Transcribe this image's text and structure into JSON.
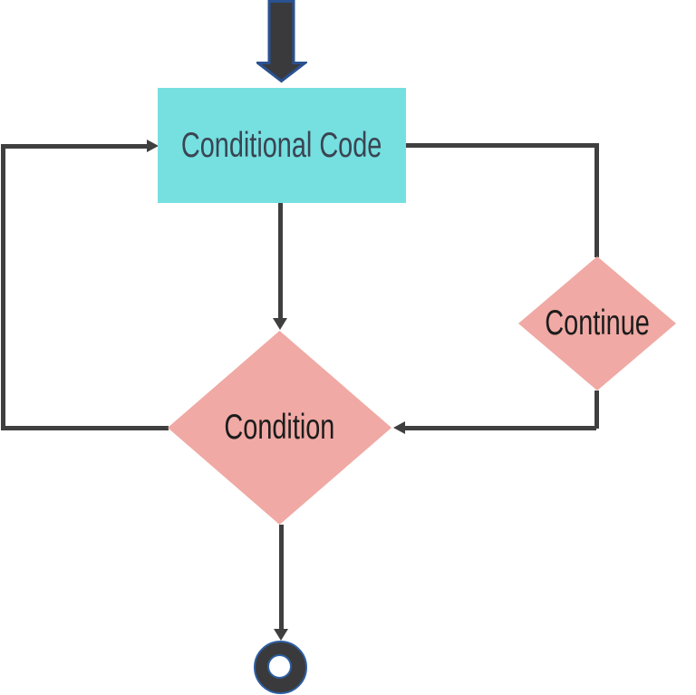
{
  "diagram": {
    "type": "flowchart",
    "nodes": {
      "conditional_code": {
        "label": "Conditional Code",
        "shape": "rectangle",
        "fill": "#76dfe0",
        "text_color": "#3a4452"
      },
      "condition": {
        "label": "Condition",
        "shape": "diamond",
        "fill": "#f0a9a4",
        "text_color": "#1c1c1c"
      },
      "continue": {
        "label": "Continue",
        "shape": "diamond",
        "fill": "#f0a9a4",
        "text_color": "#1c1c1c"
      }
    },
    "connectors": {
      "color": "#3f3f3f",
      "flow": [
        "entry-arrow into Conditional Code (top)",
        "Conditional Code bottom -> Condition top (arrow down)",
        "Conditional Code right -> down -> Continue top",
        "Continue bottom -> down -> left arrow into Condition right",
        "Condition left -> loop left/up -> right arrow into Conditional Code left",
        "Condition bottom -> arrow down -> end terminator"
      ]
    },
    "colors": {
      "entry_arrow_fill": "#3a3a3c",
      "entry_arrow_border": "#2a5191",
      "terminator_fill": "#3a3a3c",
      "terminator_border": "#2e5fa3",
      "background": "#ffffff"
    }
  }
}
